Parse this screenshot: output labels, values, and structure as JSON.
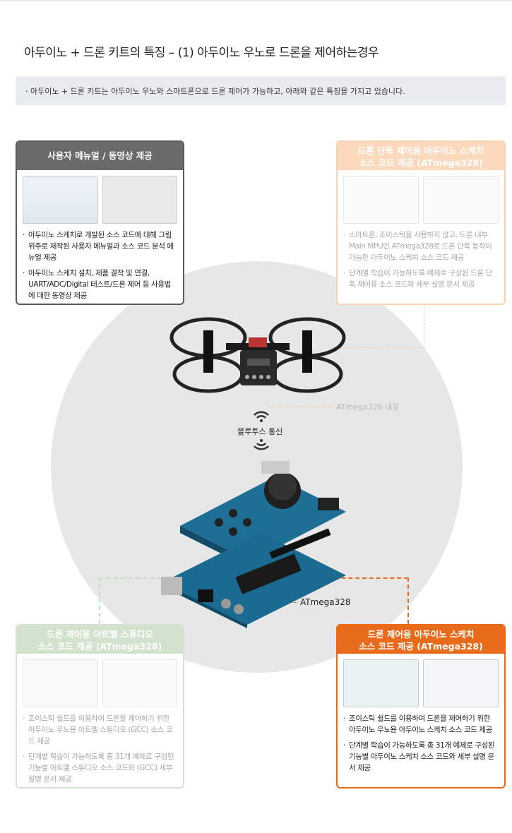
{
  "page": {
    "title": "아두이노 + 드론 키트의 특징 – (1) 아두이노 우노로 드론을 제어하는경우",
    "intro": "· 아두이노 + 드론 키트는 아두이노 우노와 스마트폰으로 드론 제어가 가능하고, 아래와 같은 특징을 가지고 있습니다."
  },
  "cards": {
    "manual": {
      "title": "사용자 메뉴얼 / 동영상 제공",
      "items": [
        "아두이노 스케치로 개발된 소스 코드에 대해 그림 위주로 제작된 사용자 메뉴얼과 소스 코드 분석 메뉴얼 제공",
        "아두이노 스케치 설치, 제품 결착 및 연결, UART/ADC/Digital 테스트/드론 제어 등 사용법에 대한 동영상 제공"
      ]
    },
    "smartphone": {
      "title_line1": "드론 단독 제어용 아두이노 스케치",
      "title_line2": "소스 코드 제공 (ATmega328)",
      "items": [
        "스마트폰, 조이스틱을 사용하지 않고, 드론 내부 Main MPU인 ATmega328로 드론 단독 동작이 가능한 아두이노 스케치 소스 코드 제공",
        "단계별 학습이 가능하도록 예제로 구성된 드론 단독 제어용 소스 코드와 세부 설명 문서 제공"
      ]
    },
    "studio": {
      "title_line1": "드론 제어용 아트멜 스튜디오",
      "title_line2": "소스 코드 제공 (ATmega328)",
      "items": [
        "조이스틱 쉴드를 이용하여 드론을 제어하기 위한 아두이노 우노용 아트멜 스튜디오 (GCC) 소스 코드 제공",
        "단계별 학습이 가능하도록 총 31개 예제로 구성된 기능별 아트멜 스튜디오 소스 코드와 (GCC) 세부 설명 문서 제공"
      ]
    },
    "arduino": {
      "title_line1": "드론 제어용 아두이노 스케치",
      "title_line2": "소스 코드 제공 (ATmega328)",
      "items": [
        "조이스틱 쉴드를 이용하여 드론을 제어하기 위한 아두이노 우노용 아두이노 스케치 소스 코드 제공",
        "단계별 학습이 가능하도록 총 31개 예제로 구성된 기능별 아두이노 스케치 소스 코드와 세부 설명 문서 제공"
      ]
    }
  },
  "labels": {
    "bluetooth": "블루투스 통신",
    "atmega_inside": "ATmega328 내장",
    "atmega": "ATmega328"
  },
  "colors": {
    "orange": "#e86b1c",
    "gray_head": "#6a6a6a",
    "circle": "#e7e7e7",
    "intro_bg": "#e9ecf1"
  }
}
